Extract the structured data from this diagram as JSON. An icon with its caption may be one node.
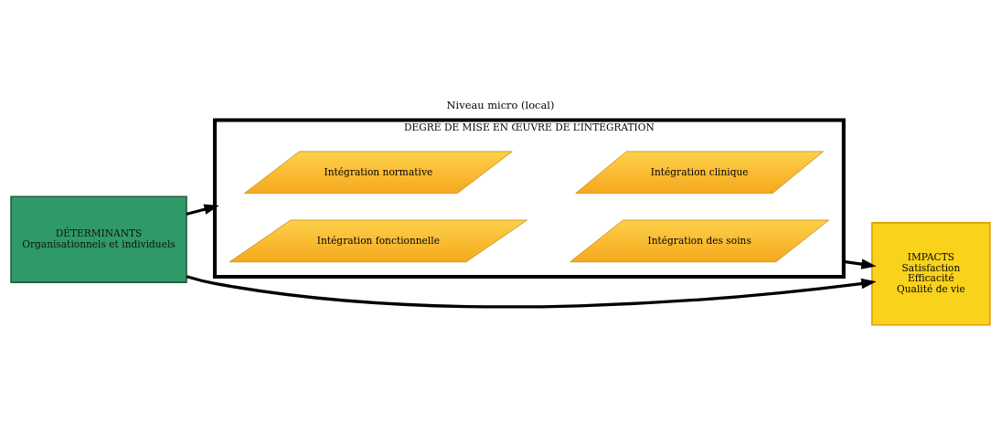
{
  "diagram": {
    "title": "Niveau micro (local)",
    "nodes": [
      {
        "text": [
          "DÉTERMINANTS",
          "Organisationnels et individuels"
        ]
      },
      {
        "text": [
          "DEGRÉ DE MISE EN ŒUVRE DE L’INTÉGRATION"
        ]
      },
      {
        "text": [
          "Intégration normative"
        ],
        "in": 1
      },
      {
        "text": [
          "Intégration clinique"
        ],
        "in": 1
      },
      {
        "text": [
          "Intégration fonctionnelle"
        ],
        "in": 1
      },
      {
        "text": [
          "Intégration des soins"
        ],
        "in": 1
      },
      {
        "text": [
          "IMPACTS",
          "Satisfaction",
          "Efficacité",
          "Qualité de vie"
        ]
      }
    ],
    "edges": [
      {
        "from": 0,
        "to": 1,
        "arrow": "to"
      },
      {
        "from": 1,
        "to": 6,
        "arrow": "to"
      },
      {
        "from": 0,
        "to": 6,
        "arrow": "to"
      }
    ]
  }
}
